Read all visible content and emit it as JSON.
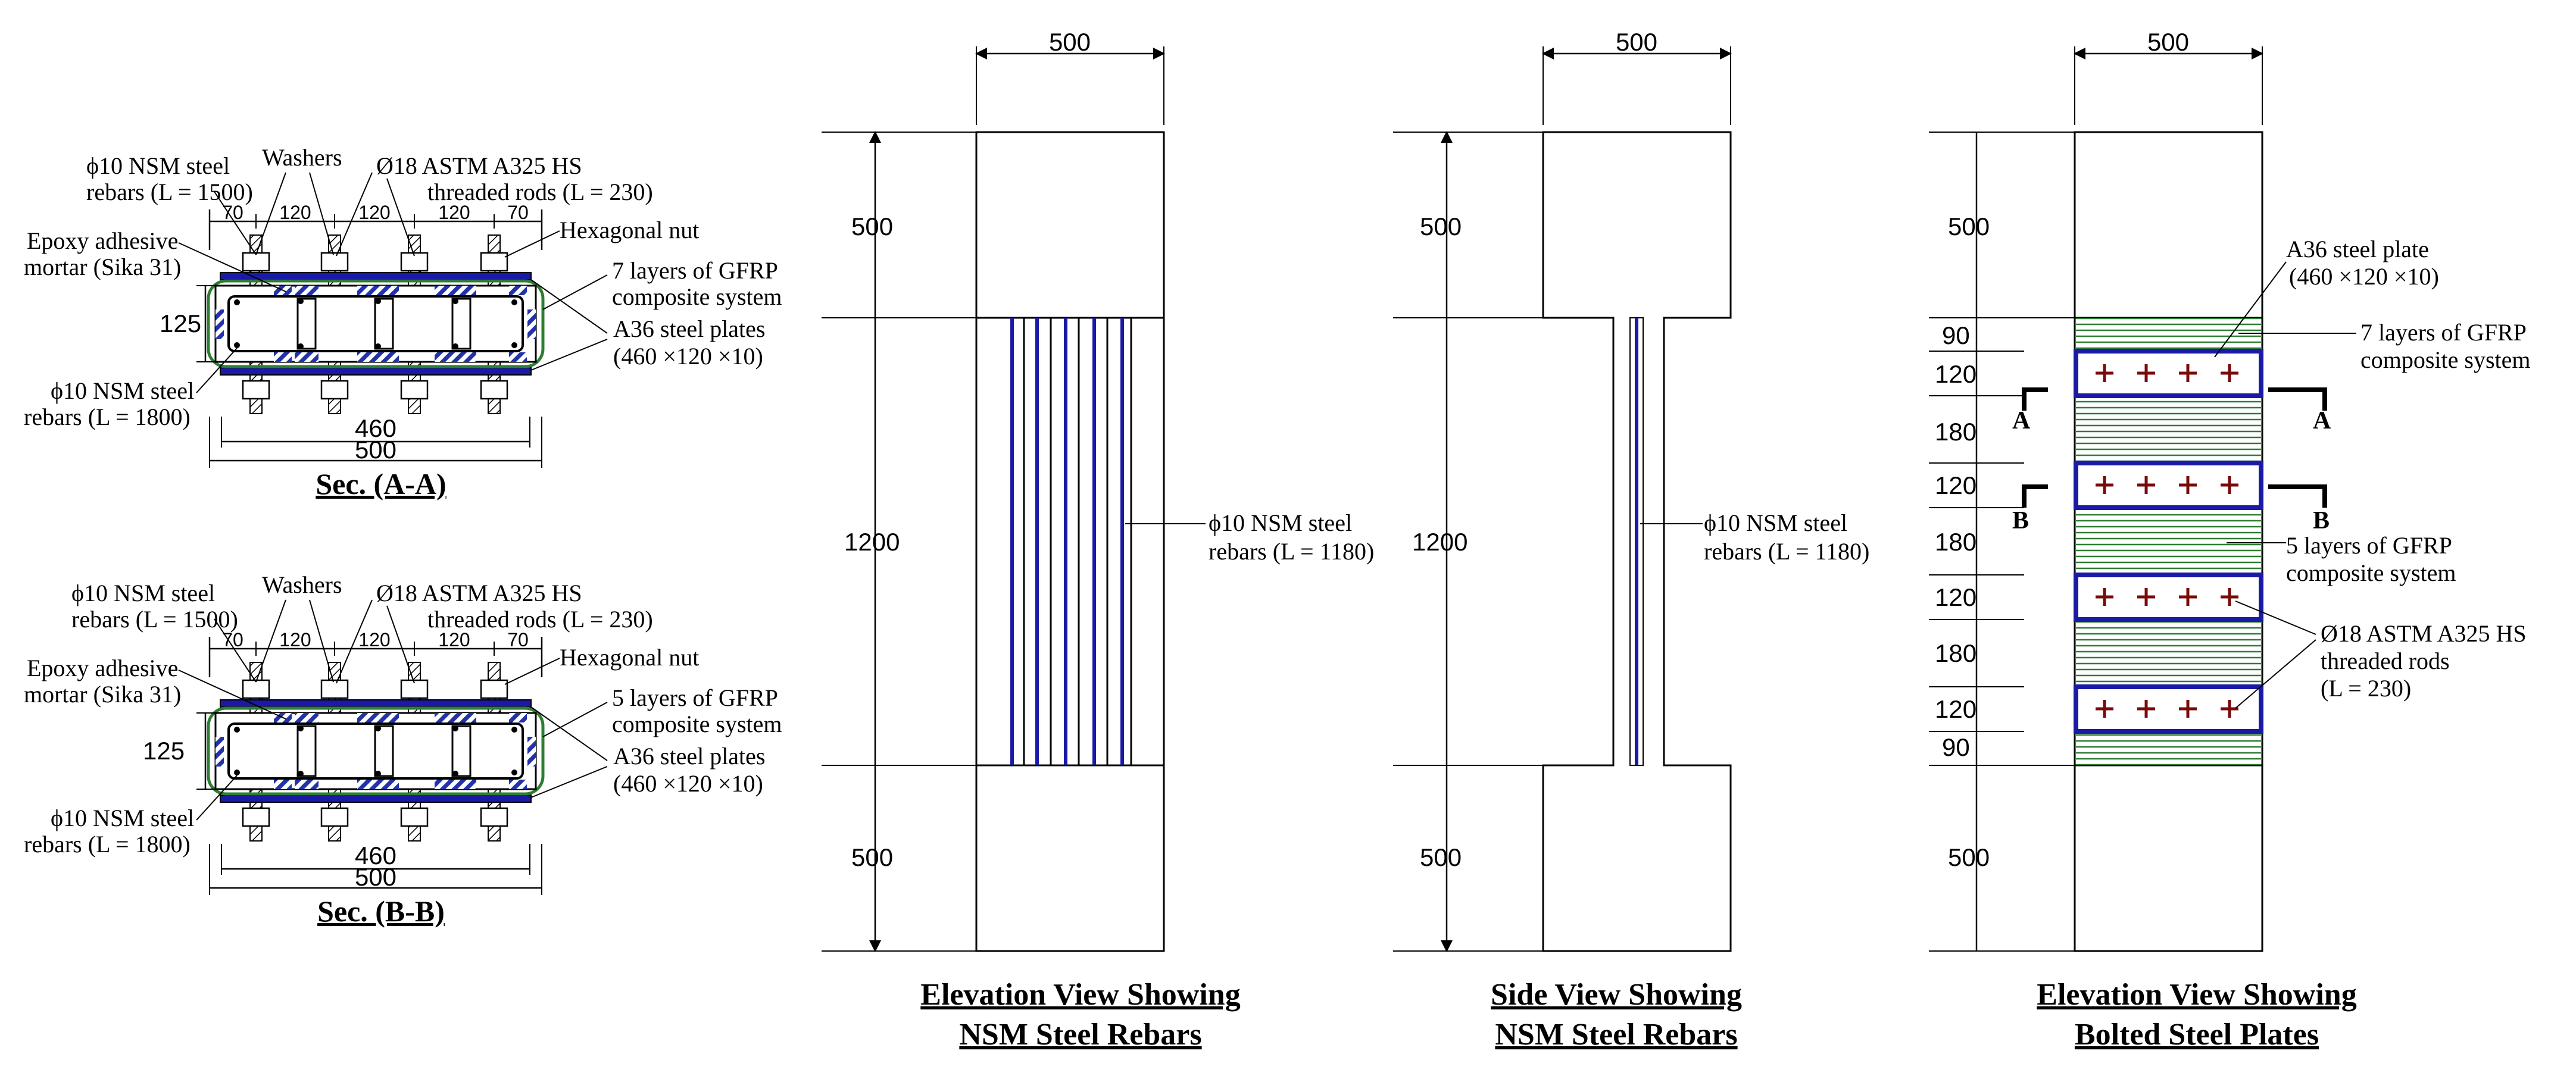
{
  "sections": [
    {
      "id": "a",
      "title": "Sec. (A-A)",
      "labels": {
        "nsm_top": [
          "ϕ10 NSM steel",
          "rebars (L = 1500)"
        ],
        "washers": "Washers",
        "rods": [
          "Ø18 ASTM A325 HS",
          "threaded rods (L = 230)"
        ],
        "epoxy": [
          "Epoxy adhesive",
          "mortar (Sika 31)"
        ],
        "nut": "Hexagonal nut",
        "gfrp": [
          "7 layers of GFRP",
          "composite system"
        ],
        "plates": [
          "A36 steel plates",
          "(460 ×120 ×10)"
        ],
        "nsm_bottom": [
          "ϕ10 NSM steel",
          "rebars (L = 1800)"
        ]
      },
      "dims": {
        "d1": "70",
        "d2": "120",
        "d3": "120",
        "d4": "120",
        "d5": "70",
        "height": "125",
        "inner": "460",
        "outer": "500"
      }
    },
    {
      "id": "b",
      "title": "Sec. (B-B)",
      "labels": {
        "nsm_top": [
          "ϕ10 NSM steel",
          "rebars (L = 1500)"
        ],
        "washers": "Washers",
        "rods": [
          "Ø18 ASTM A325 HS",
          "threaded rods (L = 230)"
        ],
        "epoxy": [
          "Epoxy adhesive",
          "mortar (Sika 31)"
        ],
        "nut": "Hexagonal nut",
        "gfrp": [
          "5 layers of GFRP",
          "composite system"
        ],
        "plates": [
          "A36 steel plates",
          "(460 ×120 ×10)"
        ],
        "nsm_bottom": [
          "ϕ10 NSM steel",
          "rebars (L = 1800)"
        ]
      },
      "dims": {
        "d1": "70",
        "d2": "120",
        "d3": "120",
        "d4": "120",
        "d5": "70",
        "height": "125",
        "inner": "460",
        "outer": "500"
      }
    }
  ],
  "elevation_nsm": {
    "title": [
      "Elevation View Showing",
      "NSM Steel Rebars"
    ],
    "width": "500",
    "heights": [
      "500",
      "1200",
      "500"
    ],
    "callout": [
      "ϕ10 NSM steel",
      "rebars (L = 1180)"
    ]
  },
  "side_nsm": {
    "title": [
      "Side View Showing",
      "NSM Steel Rebars"
    ],
    "width": "500",
    "heights": [
      "500",
      "1200",
      "500"
    ],
    "callout": [
      "ϕ10 NSM steel",
      "rebars (L = 1180)"
    ]
  },
  "elevation_plates": {
    "title": [
      "Elevation View Showing",
      "Bolted Steel Plates"
    ],
    "width": "500",
    "top": "500",
    "bottom": "500",
    "segments": [
      "90",
      "120",
      "180",
      "120",
      "180",
      "120",
      "180",
      "120",
      "90"
    ],
    "plate_label": [
      "A36 steel plate",
      "(460 ×120 ×10)"
    ],
    "gfrp7": [
      "7 layers of GFRP",
      "composite system"
    ],
    "gfrp5": [
      "5 layers of GFRP",
      "composite system"
    ],
    "rods": [
      "Ø18 ASTM A325 HS",
      "threaded rods",
      "(L = 230)"
    ],
    "cut_a": "A",
    "cut_b": "B"
  },
  "colors": {
    "plate_blue": "#1a1aa6",
    "gfrp_green": "#2e7d32",
    "epoxy_blue": "#2233aa",
    "bolt_red": "#7a0a0a"
  }
}
